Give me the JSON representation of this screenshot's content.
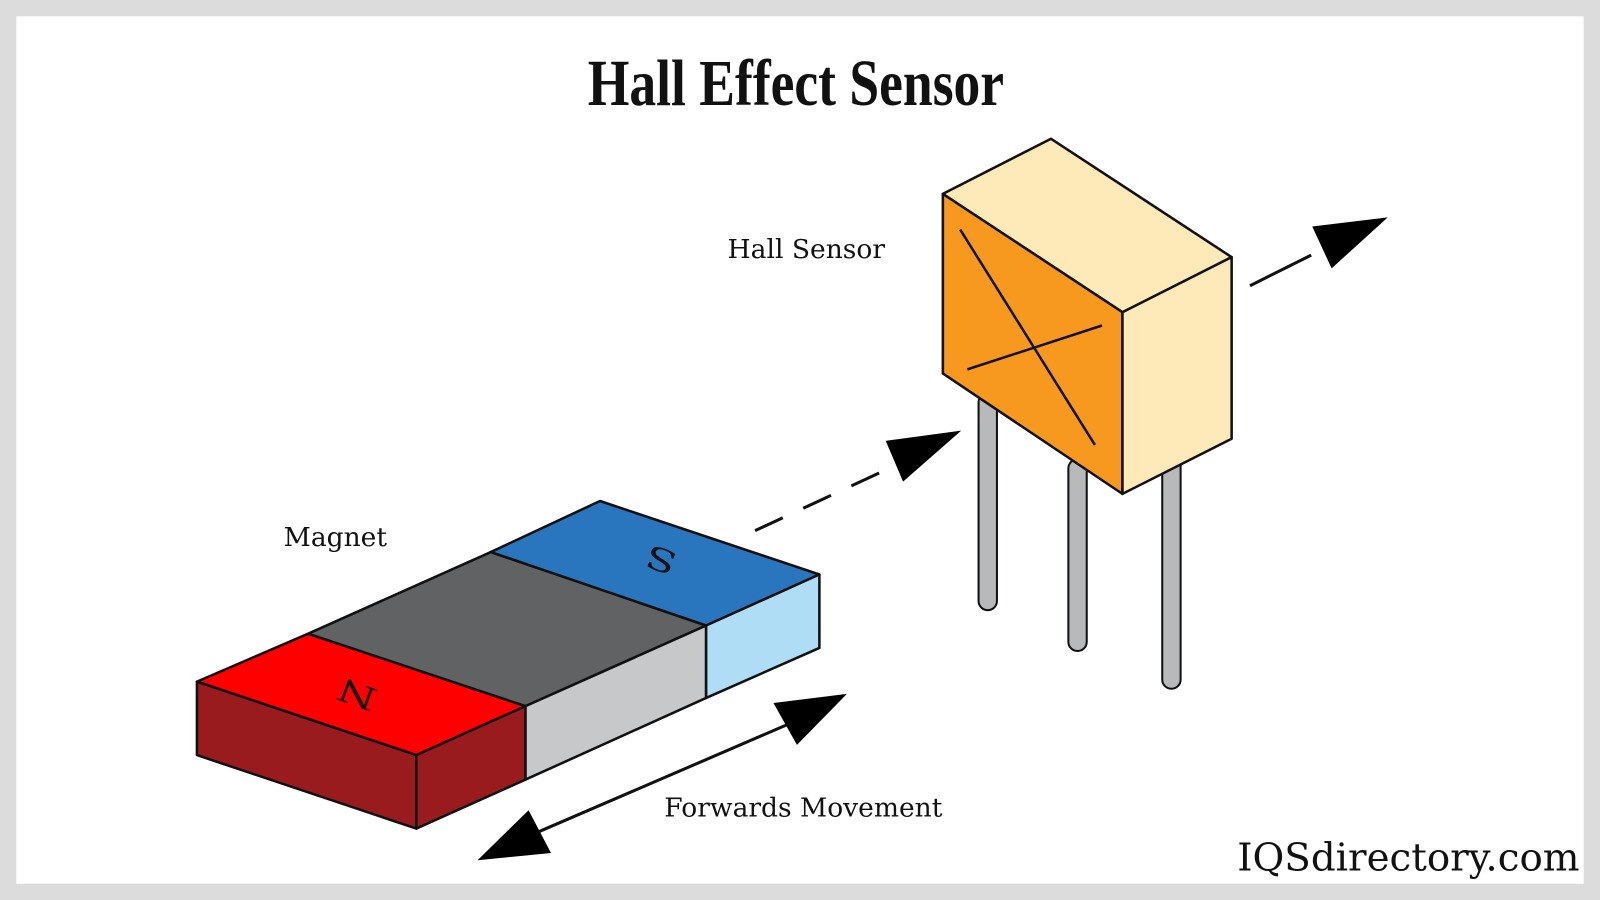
{
  "title": "Hall Effect Sensor",
  "labels": {
    "hall_sensor": "Hall Sensor",
    "magnet": "Magnet",
    "forwards_movement": "Forwards Movement",
    "north_pole": "N",
    "south_pole": "S"
  },
  "watermark": "IQSdirectory.com",
  "colors": {
    "north_top": "#ff0000",
    "north_side": "#9a1b1d",
    "middle_top": "#616264",
    "middle_side": "#c7c8ca",
    "south_top": "#2975be",
    "south_side": "#b0ddf6",
    "sensor_front": "#f7991f",
    "sensor_body": "#feeab9",
    "legs": "#b8b9bb"
  }
}
